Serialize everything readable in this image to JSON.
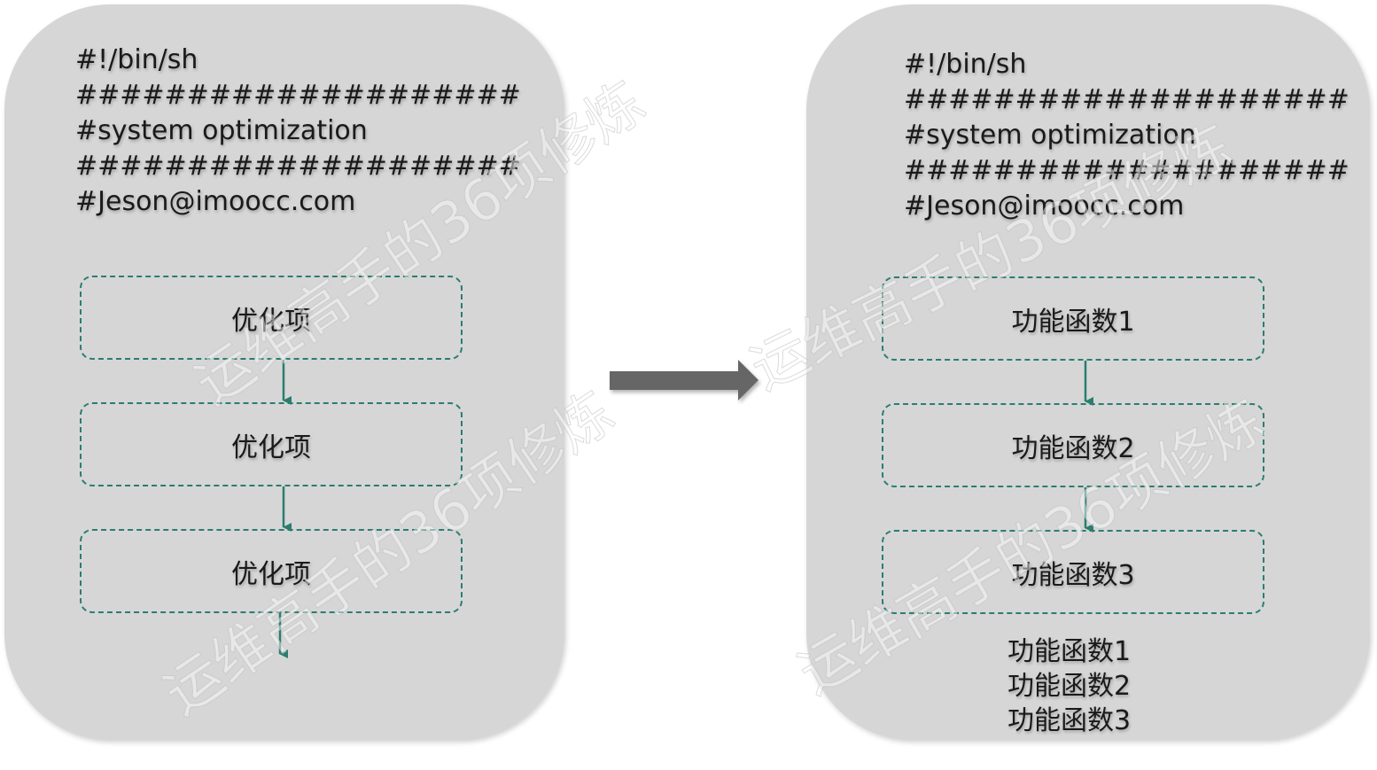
{
  "header_lines": [
    "#!/bin/sh",
    "####################",
    "#system optimization",
    "####################",
    "#Jeson@imoocc.com"
  ],
  "left_steps": [
    "优化项",
    "优化项",
    "优化项"
  ],
  "right_steps": [
    "功能函数1",
    "功能函数2",
    "功能函数3"
  ],
  "summary_calls": [
    "功能函数1",
    "功能函数2",
    "功能函数3"
  ],
  "watermark": "运维高手的36项修炼",
  "colors": {
    "panel": "#d6d6d6",
    "dashed_border": "#2b7d70",
    "connector": "#2b7d70",
    "big_arrow": "#666666"
  }
}
